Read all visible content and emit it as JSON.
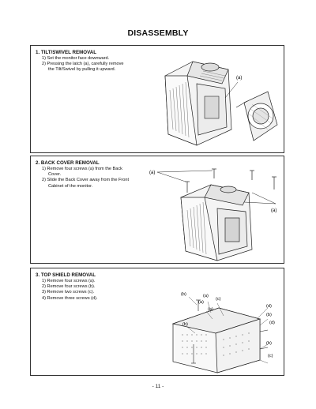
{
  "page": {
    "title": "DISASSEMBLY",
    "page_number": "- 11 -"
  },
  "sections": [
    {
      "title": "1. TILT/SWIVEL REMOVAL",
      "steps": [
        "1) Set the monitor face downward.",
        "2) Pressing the latch (a), carefully remove",
        "the Tilt/Swivel by pulling it upward."
      ],
      "callouts": [
        "(a)"
      ]
    },
    {
      "title": "2. BACK COVER REMOVAL",
      "steps": [
        "1) Remove four screws (a) from the Back",
        "Cover.",
        "2) Slide the Back Cover away from the Front",
        "Cabinet of the monitor."
      ],
      "callouts": [
        "(a)",
        "(a)"
      ]
    },
    {
      "title": "3. TOP SHIELD REMOVAL",
      "steps": [
        "1) Remove four screws (a).",
        "2) Remove four screws (b).",
        "3) Remove two screws (c).",
        "4) Remove three screws (d)."
      ],
      "callouts": [
        "(b)",
        "(a)",
        "(c)",
        "(a)",
        "(a)",
        "(d)",
        "(b)",
        "(d)",
        "(b)",
        "(b)",
        "(c)"
      ]
    }
  ]
}
